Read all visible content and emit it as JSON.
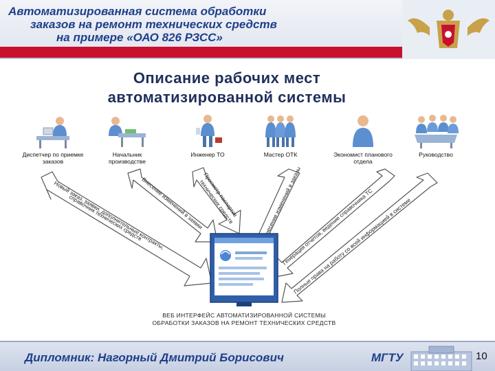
{
  "header": {
    "line1": "Автоматизированная система обработки",
    "line2": "заказов на ремонт технических средств",
    "line3": "на примере «ОАО 826 РЗСС»"
  },
  "title": {
    "line1": "Описание рабочих мест",
    "line2": "автоматизированной системы"
  },
  "roles": [
    {
      "label": "Диспетчер по приемке заказов"
    },
    {
      "label": "Начальник производстве"
    },
    {
      "label": "Инженер ТО"
    },
    {
      "label": "Мастер ОТК"
    },
    {
      "label": "Экономист планового отдела"
    },
    {
      "label": "Руководство"
    }
  ],
  "arrows": {
    "a1": "Новый заказ, заявки, дополнительные контракты,",
    "a1b": "справочник технических средств",
    "a2": "Внесение изменений в заявки",
    "a3": "Просмотр паспортов",
    "a3b": "технических средств",
    "a4": "Внесение изменений в заказы",
    "a5": "Генерация отчетов, ведение справочника ТС",
    "a6": "Полные права на работу со всей информацией в системе"
  },
  "web_caption": {
    "line1": "ВЕБ ИНТЕРФЕЙС АВТОМАТИЗИРОВАННОЙ СИСТЕМЫ",
    "line2": "ОБРАБОТКИ ЗАКАЗОВ НА РЕМОНТ ТЕХНИЧЕСКИХ СРЕДСТВ"
  },
  "footer": {
    "name": "Дипломник: Нагорный Дмитрий Борисович",
    "org": "МГТУ",
    "page": "10"
  },
  "colors": {
    "header_text": "#1f3f8a",
    "red_band": "#c8102e",
    "figure_blue": "#5b8fd0",
    "arrow_fill": "#ffffff",
    "arrow_stroke": "#555555"
  }
}
